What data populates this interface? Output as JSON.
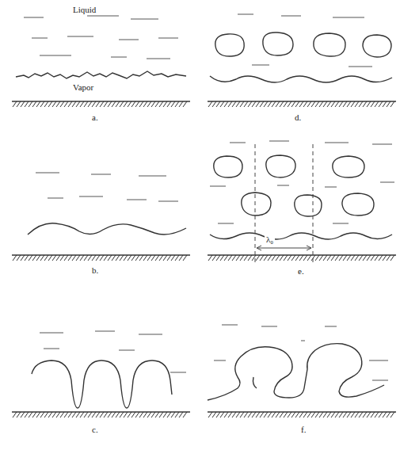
{
  "diagram": {
    "labels": [
      "Liquid",
      "Vapor",
      "a.",
      "b.",
      "c.",
      "d.",
      "e.",
      "f.",
      "λ₀"
    ]
  }
}
